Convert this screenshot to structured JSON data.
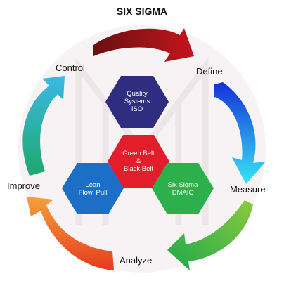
{
  "title": "SIX SIGMA",
  "stages": {
    "define": "Define",
    "measure": "Measure",
    "analyze": "Analyze",
    "improve": "Improve",
    "control": "Control"
  },
  "hexagons": {
    "quality": {
      "text": "Quality\nSystems\nISO",
      "color": "#2e2d80"
    },
    "center": {
      "text": "Green Belt\n&\nBlack Belt",
      "color": "#e31e2c"
    },
    "lean": {
      "text": "Lean\nFlow, Pull",
      "color": "#1c6fc6"
    },
    "dmaic": {
      "text": "Six Sigma\nDMAIC",
      "color": "#2db04b"
    }
  },
  "arrow_colors": {
    "top": [
      "#6a0f10",
      "#c4151c"
    ],
    "right": [
      "#1530d8",
      "#36e6f5"
    ],
    "lower_right": [
      "#1ea84c",
      "#8acb3d"
    ],
    "lower_left": [
      "#e73a1e",
      "#f5a13a"
    ],
    "left": [
      "#1fa86b",
      "#3ab9e6"
    ]
  }
}
